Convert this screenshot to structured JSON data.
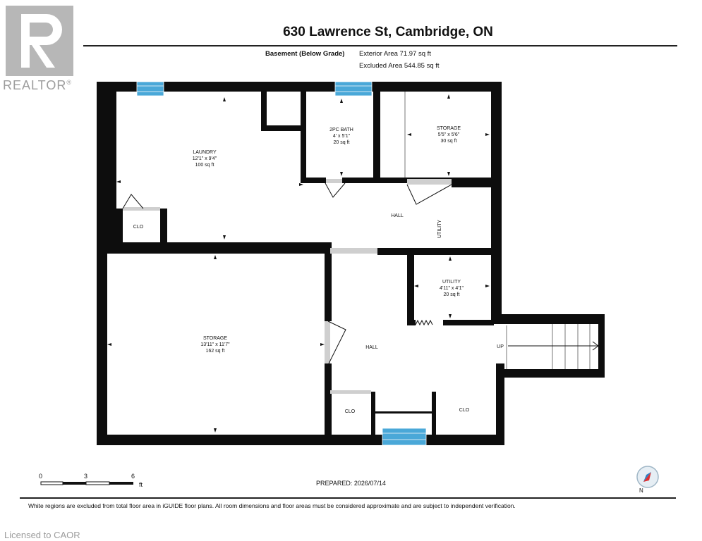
{
  "header": {
    "title": "630 Lawrence St, Cambridge, ON",
    "level": "Basement (Below Grade)",
    "exterior_area": "Exterior Area 71.97 sq ft",
    "excluded_area": "Excluded Area 544.85 sq ft"
  },
  "logo": {
    "word": "REALTOR",
    "mark": "®",
    "letter": "R"
  },
  "rooms": {
    "laundry": {
      "name": "LAUNDRY",
      "dims": "12'1\" x 9'4\"",
      "area": "100 sq ft"
    },
    "bath": {
      "name": "2PC BATH",
      "dims": "4' x 5'1\"",
      "area": "20 sq ft"
    },
    "storage_small": {
      "name": "STORAGE",
      "dims": "5'5\" x 5'6\"",
      "area": "30 sq ft"
    },
    "utility_small": {
      "name": "UTILITY",
      "dims": "4'11\" x 4'1\"",
      "area": "20 sq ft"
    },
    "storage_large": {
      "name": "STORAGE",
      "dims": "13'11\" x 11'7\"",
      "area": "162 sq ft"
    },
    "clo1": "CLO",
    "clo2": "CLO",
    "clo3": "CLO",
    "hall_upper": "HALL",
    "hall_lower": "HALL",
    "utility_vertical": "UTILITY",
    "stairs_up": "UP"
  },
  "scale": {
    "n0": "0",
    "n3": "3",
    "n6": "6",
    "unit": "ft"
  },
  "compass": {
    "letter": "N"
  },
  "prepared": "PREPARED: 2026/07/14",
  "disclaimer": "White regions are excluded from total floor area in iGUIDE floor plans. All room dimensions and floor areas must be considered approximate and are subject to independent verification.",
  "licensed": "Licensed to CAOR",
  "colors": {
    "wall": "#0d0d0d",
    "window": "#4aa8d8",
    "door_opening": "#cfcfcf",
    "logo_gray": "#b7b7b7"
  }
}
